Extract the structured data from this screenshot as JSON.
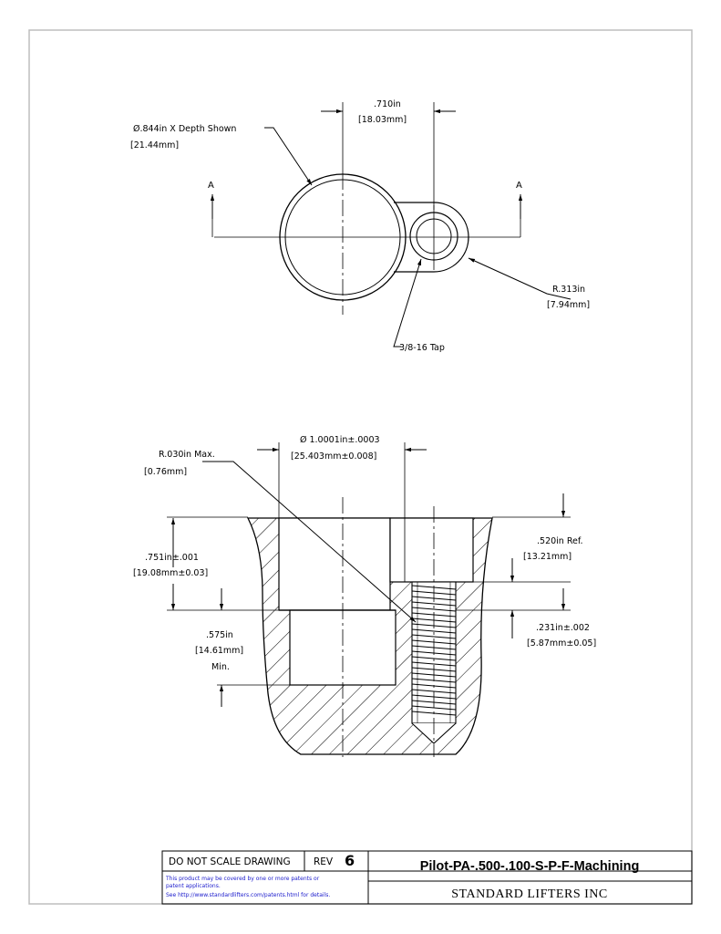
{
  "top_view": {
    "section_marker": "A",
    "dia_label": "Ø.844in  X Depth Shown",
    "dia_label_mm": "[21.44mm]",
    "spacing_in": ".710in",
    "spacing_mm": "[18.03mm]",
    "radius_in": "R.313in",
    "radius_mm": "[7.94mm]",
    "tap_label": "3/8-16 Tap"
  },
  "section_view": {
    "fillet_in": "R.030in   Max.",
    "fillet_mm": "[0.76mm]",
    "bore_dia_in": "Ø 1.0001in±.0003",
    "bore_dia_mm": "[25.403mm±0.008]",
    "cbore_depth_in": ".520in   Ref.",
    "cbore_depth_mm": "[13.21mm]",
    "shoulder_in": ".751in±.001",
    "shoulder_mm": "[19.08mm±0.03]",
    "hole_depth_in": ".575in",
    "hole_depth_mm": "[14.61mm]",
    "hole_depth_min": "Min.",
    "step_in": ".231in±.002",
    "step_mm": "[5.87mm±0.05]"
  },
  "title_block": {
    "no_scale": "DO NOT SCALE DRAWING",
    "rev_label": "REV",
    "rev_value": "6",
    "patent_line1": "This product may be covered by one or more patents or",
    "patent_line2": "patent applications.",
    "patent_line3": "See http://www.standardlifters.com/patents.html for details.",
    "part_number": "Pilot-PA-.500-.100-S-P-F-Machining",
    "company": "STANDARD LIFTERS INC"
  }
}
